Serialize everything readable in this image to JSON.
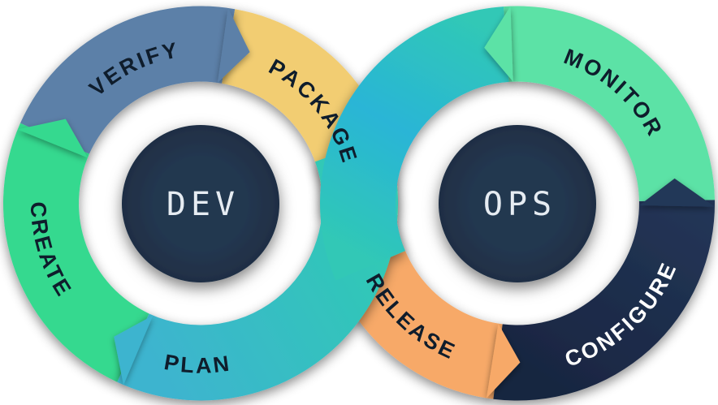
{
  "diagram": {
    "title": "devops-infinity-loop",
    "left_loop": {
      "center_label": "DEV"
    },
    "right_loop": {
      "center_label": "OPS"
    },
    "segments": [
      {
        "id": "plan",
        "label": "PLAN"
      },
      {
        "id": "create",
        "label": "CREATE"
      },
      {
        "id": "verify",
        "label": "VERIFY"
      },
      {
        "id": "package",
        "label": "PACKAGE"
      },
      {
        "id": "release",
        "label": "RELEASE"
      },
      {
        "id": "configure",
        "label": "CONFIGURE"
      },
      {
        "id": "monitor",
        "label": "MONITOR"
      }
    ],
    "colors": {
      "verify": "#5b80a8",
      "package": "#f2cd72",
      "create": "#36d98f",
      "monitor": "#5ce2a6",
      "release": "#f7a967",
      "configure_dark": "#243759",
      "configure_darker": "#182540",
      "teal_blue": "#3db4cf",
      "teal_mid": "#2ab5d6",
      "teal_green": "#30c8b6",
      "inner_circle": "#243750",
      "inner_circle_edge": "#1f2e44",
      "center_text": "#e6ecf2",
      "label_text": "#0f1d2c",
      "configure_label_text": "#ffffff",
      "background": "#ffffff"
    }
  }
}
